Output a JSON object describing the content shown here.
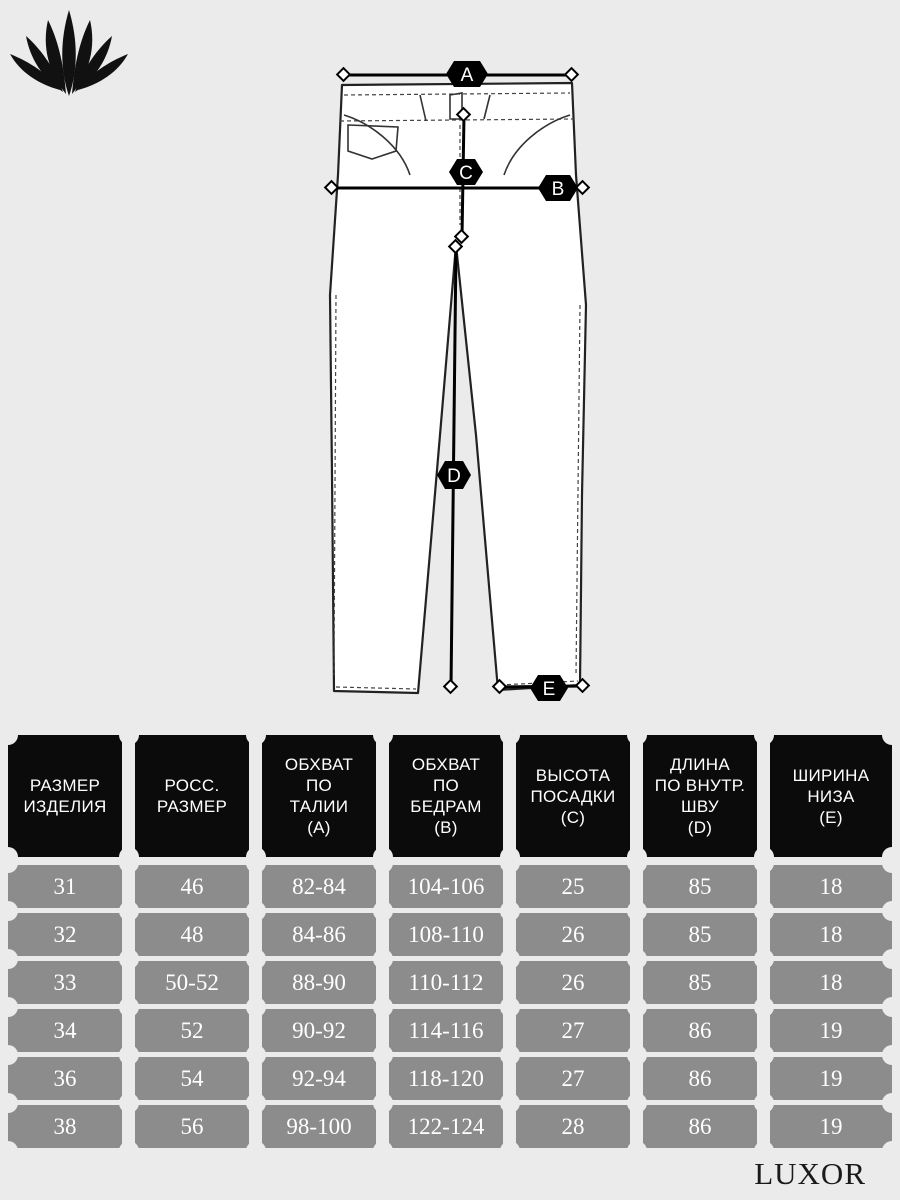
{
  "brand": "LUXOR",
  "diagram_labels": {
    "a": "A",
    "b": "B",
    "c": "C",
    "d": "D",
    "e": "E"
  },
  "table": {
    "headers": [
      "РАЗМЕР\nИЗДЕЛИЯ",
      "РОСС.\nРАЗМЕР",
      "ОБХВАТ\nПО\nТАЛИИ\n(A)",
      "ОБХВАТ\nПО\nБЕДРАМ\n(B)",
      "ВЫСОТА\nПОСАДКИ\n(C)",
      "ДЛИНА\nПО ВНУТР.\nШВУ\n(D)",
      "ШИРИНА\nНИЗА\n(E)"
    ],
    "rows": [
      [
        "31",
        "46",
        "82-84",
        "104-106",
        "25",
        "85",
        "18"
      ],
      [
        "32",
        "48",
        "84-86",
        "108-110",
        "26",
        "85",
        "18"
      ],
      [
        "33",
        "50-52",
        "88-90",
        "110-112",
        "26",
        "85",
        "18"
      ],
      [
        "34",
        "52",
        "90-92",
        "114-116",
        "27",
        "86",
        "19"
      ],
      [
        "36",
        "54",
        "92-94",
        "118-120",
        "27",
        "86",
        "19"
      ],
      [
        "38",
        "56",
        "98-100",
        "122-124",
        "28",
        "86",
        "19"
      ]
    ]
  }
}
